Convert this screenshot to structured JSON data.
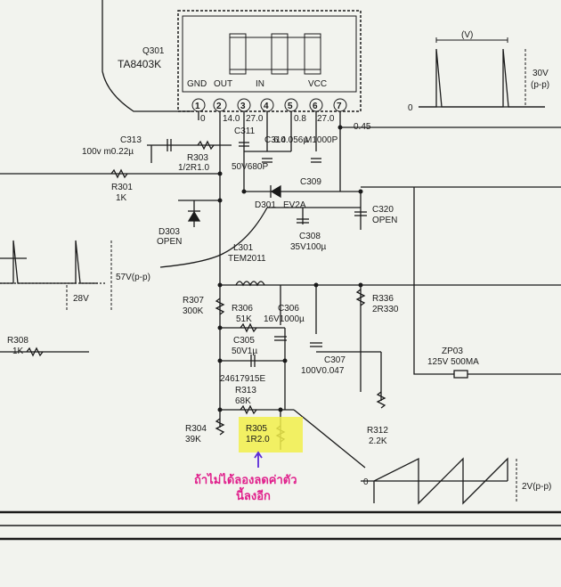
{
  "ic": {
    "ref": "Q301",
    "part": "TA8403K",
    "pin_names": [
      "GND",
      "OUT",
      "IN",
      "VCC"
    ],
    "pin_numbers": [
      "1",
      "2",
      "3",
      "4",
      "5",
      "6",
      "7"
    ],
    "pin_voltages": [
      "0",
      "14.0",
      "27.0",
      "0.8",
      "27.0",
      "0.45"
    ]
  },
  "components": {
    "c313": [
      "C313",
      "100v m0.22µ"
    ],
    "r303": [
      "R303",
      "1/2R1.0"
    ],
    "r301": [
      "R301",
      "1K"
    ],
    "c311": [
      "C311",
      "50V680P"
    ],
    "c314": [
      "C314",
      "6.0.056µ"
    ],
    "c309": [
      "C309",
      "M1000P"
    ],
    "d303": [
      "D303",
      "OPEN"
    ],
    "d301": [
      "D301",
      "EV2A"
    ],
    "c320": [
      "C320",
      "OPEN"
    ],
    "c308": [
      "C308",
      "35V100µ"
    ],
    "l301": [
      "L301",
      "TEM2011"
    ],
    "r307": [
      "R307",
      "300K"
    ],
    "r306": [
      "R306",
      "51K"
    ],
    "c306": [
      "C306",
      "16V1000µ"
    ],
    "r336": [
      "R336",
      "2R330"
    ],
    "r308": [
      "R308",
      "1K"
    ],
    "c305": [
      "C305",
      "50V1µ"
    ],
    "c307": [
      "C307",
      "100V0.047"
    ],
    "zp03": [
      "ZP03",
      "125V 500MA"
    ],
    "code": "24617915E",
    "r313": [
      "R313",
      "68K"
    ],
    "r304": [
      "R304",
      "39K"
    ],
    "r305": [
      "R305",
      "1R2.0"
    ],
    "r312": [
      "R312",
      "2.2K"
    ]
  },
  "waveforms": {
    "top_period": "(V)",
    "top_amplitude": [
      "30V",
      "(p-p)"
    ],
    "top_zero": "0",
    "left_amplitude": "57V(p-p)",
    "left_level": "28V",
    "bottom_zero": "0",
    "bottom_amplitude": "2V(p-p)"
  },
  "annotation": {
    "line1": "ถ้าไม่ได้ลองลดค่าตัว",
    "line2": "นี้ลงอีก"
  },
  "colors": {
    "highlight": "#f2ef4a",
    "annotation": "#e0208c",
    "ink": "#1a1a1a"
  }
}
